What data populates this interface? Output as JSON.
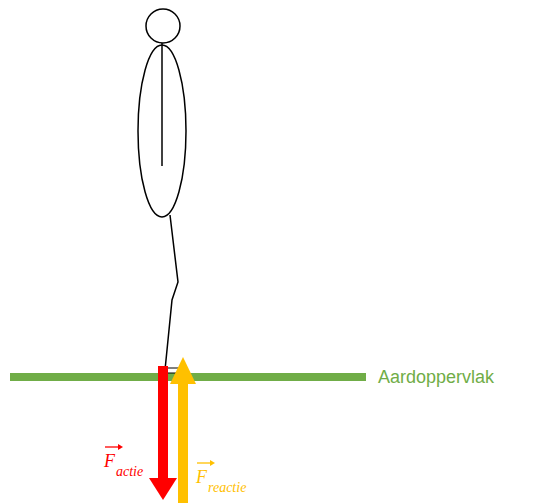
{
  "diagram": {
    "labels": [
      "Aardoppervlak",
      "F",
      "actie",
      "F",
      "reactie"
    ]
  }
}
